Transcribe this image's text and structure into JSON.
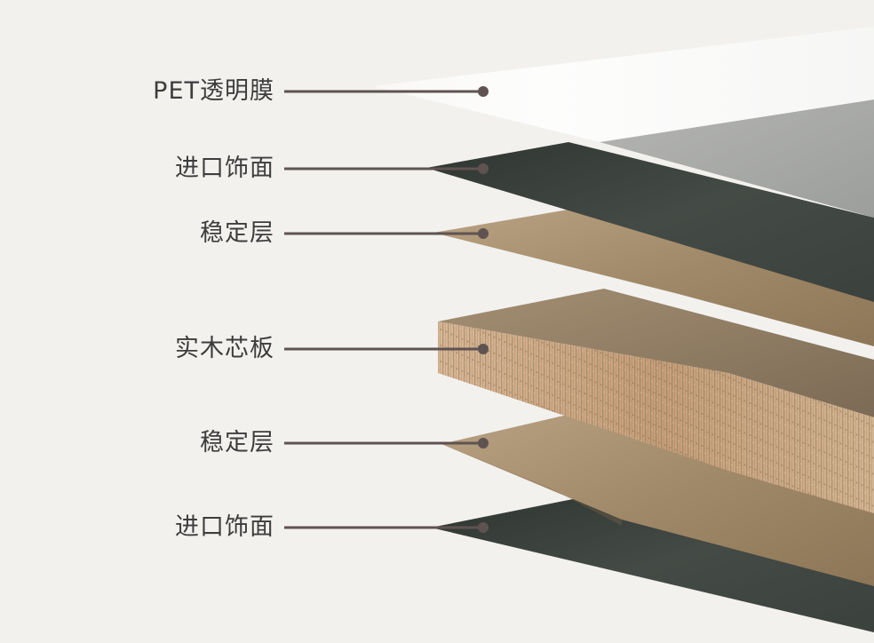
{
  "labels": [
    "PET透明膜",
    "进口饰面",
    "稳定层",
    "实木芯板",
    "稳定层",
    "进口饰面"
  ],
  "colors": {
    "background": "#f2f1ee",
    "leader_line": "#5f5352",
    "pet_film": "#fbfbfa",
    "decor_dark": "#414742",
    "decor_light_gray": "#a9aaa8",
    "stabilizer": "#a18b6c",
    "core_top": "#8e7b62",
    "core_edge": "#c7a885"
  }
}
